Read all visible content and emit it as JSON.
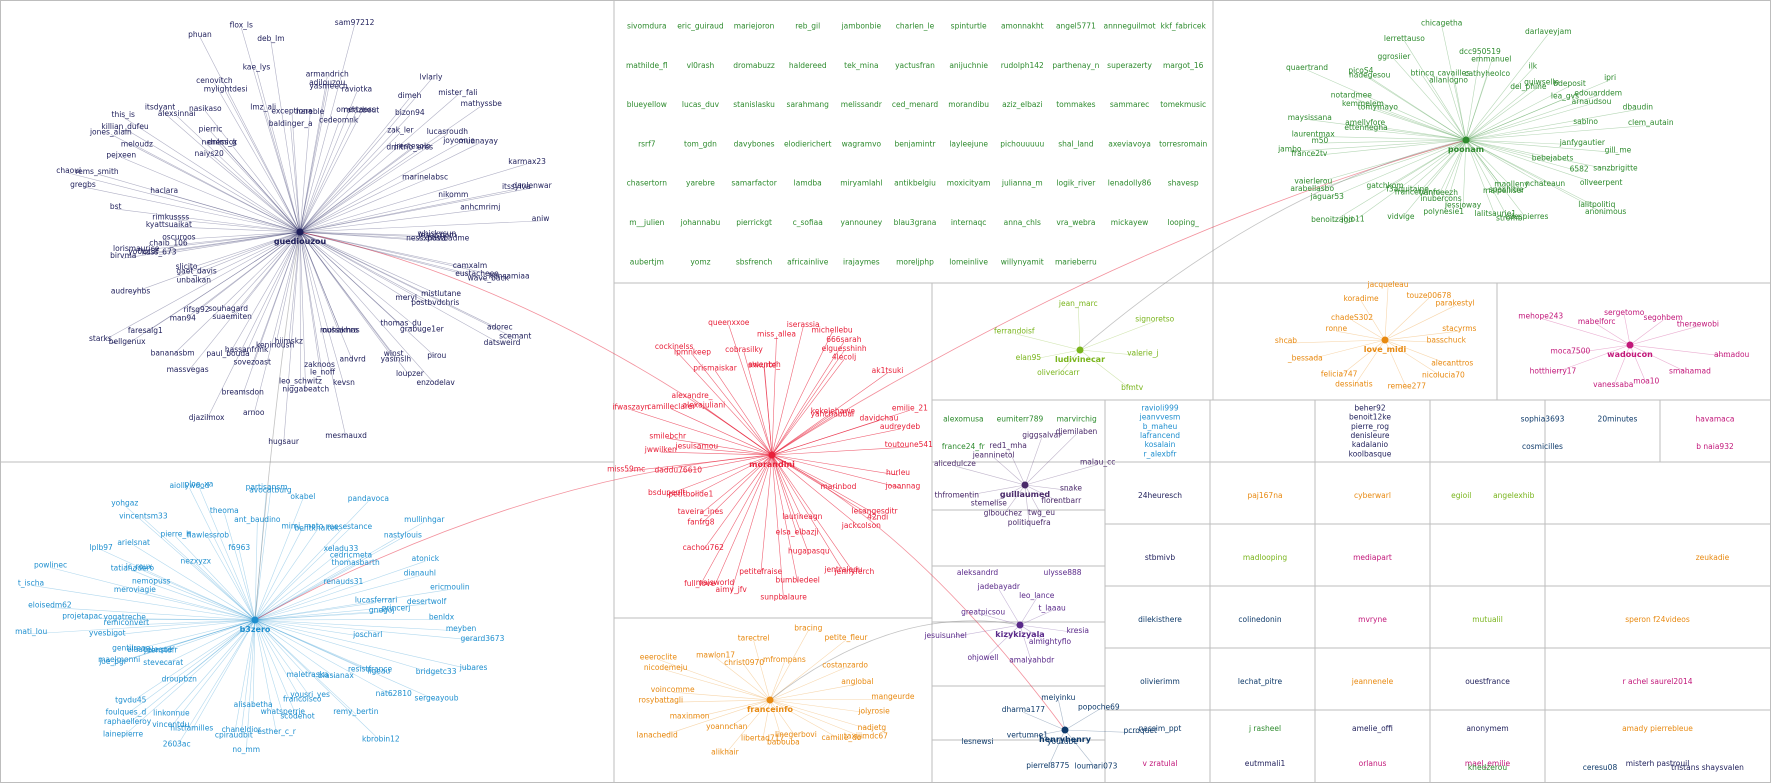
{
  "groups": [
    {
      "id": "g1",
      "color": "#1e1e5a",
      "hub": {
        "label": "guediouzou"
      },
      "nodes": [
        "jesuisham",
        "camxalm",
        "kimsamiaa",
        "eustacheee",
        "wave_back",
        "mistlutane",
        "scemant",
        "adorec",
        "datsweird",
        "meryl_",
        "postbvdchris",
        "grabuge1er",
        "pirou",
        "thomas_du",
        "loupzer",
        "enzodelav",
        "winst",
        "yasinslh",
        "mohakhra",
        "andvrd",
        "kevsn",
        "mesmauxd",
        "oussamas",
        "le_noff",
        "leo_schwitz",
        "zaknoos",
        "hugsaur",
        "niggabeatch",
        "arnoo",
        "hiimskz",
        "keninoush",
        "breamsdon",
        "sovezoast",
        "hassanfrink",
        "paul_bouda",
        "djazilmox",
        "suaemiten",
        "bananasbm",
        "massvegas",
        "souhagard",
        "man94",
        "faresalg1",
        "bellgenux",
        "rifsg92",
        "starks_",
        "gaet_davis",
        "audreyhbs",
        "unbalkan",
        "slicito",
        "birvma",
        "lorismaurice",
        "kass_673",
        "yo0uc3f",
        "oscuroos",
        "chaib_106",
        "bst",
        "kyattsuaikat",
        "rimkussss",
        "gregbs",
        "chaoui",
        "haclara",
        "rems_smith",
        "jones_alain",
        "killian_dufeu",
        "pejxeen",
        "this_is",
        "meloudz",
        "alexsinnai",
        "naiys20",
        "itsdyant",
        "neness_g",
        "pierric",
        "nasikaso",
        "dnlmick",
        "phuan",
        "cenovitch",
        "mylightdesi",
        "kae_lys",
        "deb_lm",
        "lmz_ali",
        "flox_ls",
        "baldinger_a",
        "exceptiona",
        "hareble",
        "armandrich",
        "yasmeech",
        "sam97212",
        "adilouzou",
        "cedeomnk",
        "omertaess",
        "raviotka",
        "rafazbeut",
        "lvlarly",
        "dimeh",
        "bizon94",
        "mister_fali",
        "zak_ler",
        "mathyssbe",
        "dmitrio_eres",
        "jrestesolo",
        "joyoonie",
        "lucasroudh",
        "muanayay",
        "karmax23",
        "marinelabsc",
        "danlenwar",
        "itssylva",
        "anhcmrimj",
        "nikomm",
        "aniw",
        "postbadme",
        "whiskysun",
        "nessxhava"
      ]
    },
    {
      "id": "g2",
      "color": "#1f8fcf",
      "hub": {
        "label": "b3zero"
      },
      "nodes": [
        "gerard3673",
        "meyben",
        "joscharl",
        "bridgetc33",
        "jubares",
        "ligeau",
        "sergeayoub",
        "nat62810",
        "resistfrance",
        "blasianax",
        "kbrobin12",
        "remy_bertin",
        "maletraska",
        "yousri_yes",
        "francoisco",
        "whatsperrie",
        "esther_c_r",
        "scodenot",
        "alisabetha",
        "cpiraudbit",
        "no_mm",
        "chaneldior",
        "2603ac",
        "histfamilles",
        "vincentdu",
        "linkonnue",
        "lainepierre",
        "raphaelleroy",
        "droupbzn",
        "foulques_d",
        "tgvdu45",
        "stevecarat",
        "joe_pgr",
        "jdenstdfr",
        "maelmonni",
        "elaaceleque",
        "gentilreac",
        "yvesbigot",
        "mati_lou",
        "remiconvert",
        "yogatreche",
        "projetapac",
        "eloisedm62",
        "powlinec",
        "t_ischa",
        "meroviagie",
        "nemopuss",
        "tatianadero",
        "jc_roux",
        "lplb97",
        "arielsnat",
        "nezxyzx",
        "yohgaz",
        "vincentsm33",
        "pierre_h",
        "ploe_xa",
        "flawlessrob",
        "aiollywood",
        "f6963",
        "theoma",
        "ant_baudino",
        "partisansm",
        "avocatburg",
        "mimi_mato",
        "okabel",
        "bentkhaltek",
        "mesestance",
        "xeladu33",
        "pandavoca",
        "mullinhgar",
        "nastylouis",
        "cedricmeta",
        "thomasbarth",
        "renauds31",
        "dianauhl",
        "atonick",
        "ericmoulin",
        "desertwolf",
        "lucasferrari",
        "princerj",
        "gnegoj",
        "benldx"
      ]
    },
    {
      "id": "g3",
      "color": "#e8213a",
      "hub": {
        "label": "morandini"
      },
      "nodes": [
        "hurleu",
        "joaannag",
        "marinbod",
        "42ndi",
        "lesangesditr",
        "jackcolson",
        "jennyferch",
        "jentraledu",
        "hugapasqu",
        "laurineagn",
        "elsa_elbazji",
        "bumbledeel",
        "sunpbalaure",
        "petitefraise",
        "aimy_jfv",
        "maisworld",
        "full_love",
        "cachou762",
        "taveira_ines",
        "fanfrg8",
        "petitbolide1",
        "bsdupeult",
        "daddu76610",
        "miss59mc",
        "jwwilken",
        "jesuisamou",
        "smilebchr",
        "ifwaszayn",
        "camilleclarer",
        "alexandre_",
        "alexajuliani",
        "cockinelss",
        "ipmnkeep",
        "prismaiskar",
        "queenxxoe",
        "cobrasilky",
        "awenbrh",
        "shkurte_",
        "miss_allea",
        "iserassia",
        "michellebu",
        "666sarah",
        "4lecolj",
        "elguesshinh",
        "ak1tsuki",
        "kekelehawe",
        "yahchabbal",
        "davidchau",
        "emilie_21",
        "audreydeb",
        "toutoune541"
      ]
    },
    {
      "id": "g4",
      "color": "#2e8b2e",
      "hub": {
        "label": "poonam"
      },
      "nodes": [
        "gill_me",
        "sanzbrigitte",
        "bebejabets",
        "6582",
        "oliveerpent",
        "lalitpolitiq",
        "nchateaun",
        "anonimous",
        "maolleny",
        "cdespierres",
        "maipelliser",
        "spachitre",
        "stromb",
        "lalitsaurie1",
        "jessjoway",
        "polynesie1",
        "vannieezh",
        "inubercons",
        "vidvige",
        "f3aquitaine",
        "francetvinfo",
        "jhjo11",
        "benoitzagd",
        "gatchkom",
        "jaguar53",
        "arabellasbo",
        "vaierlerou",
        "france2tv",
        "jambo",
        "laurentmax",
        "m50",
        "ettennegha",
        "maysissana",
        "amellyfore",
        "kemmelem",
        "notardmee",
        "tomymayo",
        "quaertrand",
        "picoS4",
        "nadegesou",
        "ggrosiier",
        "lerrettauso",
        "btincq",
        "chicagetha",
        "allanlogno",
        "cavailles",
        "cathyheolco",
        "dcc950519",
        "emmanuel",
        "darlaveyjam",
        "ilk",
        "del_phine",
        "guiwselle",
        "bdeposit",
        "lea_gvs",
        "ipri",
        "edouarddem",
        "arnaudsou",
        "dbaudin",
        "sablno",
        "clem_autain",
        "janfygautier"
      ]
    },
    {
      "id": "g5",
      "color": "#7ab51d",
      "hub": {
        "label": "ludivinecar"
      },
      "nodes": [
        "valerie_j",
        "bfmtv",
        "oliveriocarr",
        "elan95",
        "ferrandoisf",
        "jean_marc",
        "signoretso"
      ]
    },
    {
      "id": "g6",
      "color": "#e88a12",
      "hub": {
        "label": "love_midi"
      },
      "nodes": [
        "basschuck",
        "alecanttros",
        "nicolucia70",
        "remee277",
        "dessinatis",
        "felicia747",
        "_bessada",
        "shcab",
        "ronne",
        "chadeS302",
        "koradime",
        "jacqueleau",
        "touze00678",
        "parakestyl",
        "stacyrms"
      ]
    },
    {
      "id": "g7",
      "color": "#c2187a",
      "hub": {
        "label": "wadoucon"
      },
      "nodes": [
        "ahmadou",
        "smahamad",
        "moa10",
        "vanessaba",
        "hotthierry17",
        "moca7500",
        "mehope243",
        "mabelforc",
        "sergetomo",
        "segohbem",
        "theraewobi"
      ]
    },
    {
      "id": "g8",
      "color": "#e88a12",
      "hub": {
        "label": "franceinfo"
      },
      "nodes": [
        "jolyrosie",
        "nadjetg",
        "taxijimdc67",
        "camille_do",
        "linegerbovi",
        "babouba",
        "libertad717",
        "alikhair",
        "yoannchan",
        "lanachedid",
        "maxinmon",
        "rosybattagli",
        "voincomme",
        "nicodemeju",
        "eeeroclite",
        "mawlon17",
        "christ0970",
        "tarectrel",
        "mfrompans",
        "bracing",
        "petite_fleur",
        "costanzardo",
        "anglobal",
        "mangeurde"
      ]
    },
    {
      "id": "g9",
      "color": "#5a2a8a",
      "hub": {
        "label": "kizykizyala"
      },
      "nodes": [
        "kresia",
        "almightyflo",
        "amalyahbdr",
        "ohjowell",
        "jesuisunhel",
        "greatpicsou",
        "jadebayadr",
        "leo_lance",
        "t_laaau"
      ]
    },
    {
      "id": "g10",
      "color": "#4a2a6a",
      "hub": {
        "label": "guillaumed"
      },
      "nodes": [
        "snake",
        "florentbarr",
        "twg_eu",
        "politiquefra",
        "glbouchez",
        "stemelise",
        "thfromentin",
        "alicedulcze",
        "jeanninetol",
        "red1_mha",
        "giggsalvar",
        "djemilaben",
        "malau_cc"
      ]
    },
    {
      "id": "g11",
      "color": "#0e3a6a",
      "hub": {
        "label": "henryhenry"
      },
      "nodes": [
        "pcroquet",
        "loumari073",
        "pierrel8775",
        "vertumne1",
        "dharma177",
        "meiyinku",
        "popoche69"
      ]
    }
  ],
  "grid_cells": [
    {
      "id": "c1",
      "color": "#2e8b2e",
      "labels": [
        "sivomdura",
        "eric_guiraud",
        "mariejoron",
        "reb_gil",
        "jambonbie",
        "charlen_le",
        "spinturtle",
        "amonnakht",
        "angel5771",
        "annneguilmot",
        "kkf_fabricek",
        "mathilde_fl",
        "vl0rash",
        "dromabuzz",
        "haldereed",
        "tek_mina",
        "yactusfran",
        "anijuchnie",
        "rudolph142",
        "parthenay_n",
        "superazerty",
        "margot_16",
        "blueyellow",
        "lucas_duv",
        "stanislasku",
        "sarahmang",
        "melissandr",
        "ced_menard",
        "morandibu",
        "aziz_elbazi",
        "tommakes",
        "sammarec",
        "tomekmusic",
        "rsrf7",
        "tom_gdn",
        "davybones",
        "elodierichert",
        "wagramvo",
        "benjamintr",
        "layleejune",
        "pichouuuuu",
        "shal_land",
        "axeviavoya",
        "torresromain",
        "chasertorn",
        "yarebre",
        "samarfactor",
        "lamdba",
        "miryamlahl",
        "antikbelgiu",
        "moxicityam",
        "julianna_m",
        "logik_river",
        "lenadolly86",
        "shavesp",
        "m__julien",
        "johannabu",
        "pierrickgt",
        "c_sofiaa",
        "yannouney",
        "blau3grana",
        "internaqc",
        "anna_chls",
        "vra_webra",
        "mickayew",
        "looping_",
        "aubertjm",
        "yomz",
        "sbsfrench",
        "africainlive",
        "irajaymes",
        "moreljphp",
        "lomeinlive",
        "willynyamit",
        "marieberru"
      ]
    },
    {
      "id": "c2",
      "color": "#1f8fcf",
      "labels": [
        "ravioli999",
        "jeanvvesm",
        "b_maheu",
        "lafrancend",
        "kosalain",
        "r_alexbfr"
      ]
    },
    {
      "id": "c3",
      "color": "#1e1e5a",
      "labels": [
        "beher92",
        "benoit12ke",
        "pierre_rog",
        "denisleure",
        "kadalanio",
        "koolbasque"
      ]
    },
    {
      "id": "c4",
      "color": "#0e3a6a",
      "labels": [
        "sophia3693",
        "20minutes",
        "cosmicilles"
      ]
    },
    {
      "id": "c5",
      "color": "#c2187a",
      "labels": [
        "havamaca",
        "b naia932"
      ]
    },
    {
      "id": "c6",
      "color": "#2e8b2e",
      "labels": [
        "alexomusa",
        "eumiterr789",
        "marvirchig",
        "france24_fr"
      ]
    },
    {
      "id": "c7",
      "color": "#1e1e5a",
      "labels": [
        "24heuresch"
      ]
    },
    {
      "id": "c8",
      "color": "#e88a12",
      "labels": [
        "paj167na"
      ]
    },
    {
      "id": "c9",
      "color": "#e88a12",
      "labels": [
        "cyberwarl"
      ]
    },
    {
      "id": "c10",
      "color": "#7ab51d",
      "labels": [
        "egioil",
        "angelexhib"
      ]
    },
    {
      "id": "c11",
      "color": "#1e1e5a",
      "labels": [
        "stbmivb"
      ]
    },
    {
      "id": "c12",
      "color": "#7ab51d",
      "labels": [
        "madlooping"
      ]
    },
    {
      "id": "c13",
      "color": "#c2187a",
      "labels": [
        "mediapart"
      ]
    },
    {
      "id": "c14",
      "color": "#e88a12",
      "labels": [
        "zeukadie"
      ]
    },
    {
      "id": "c15",
      "color": "#5a2a8a",
      "labels": [
        "aleksandrd",
        "ulysse888"
      ]
    },
    {
      "id": "c16",
      "color": "#0e3a6a",
      "labels": [
        "lesnewsi",
        "youtube"
      ]
    },
    {
      "id": "c17",
      "color": "#0e3a6a",
      "labels": [
        "dilekisthere",
        "colinedonin"
      ]
    },
    {
      "id": "c18",
      "color": "#c2187a",
      "labels": [
        "mvryne"
      ]
    },
    {
      "id": "c19",
      "color": "#7ab51d",
      "labels": [
        "mutualil"
      ]
    },
    {
      "id": "c20",
      "color": "#e88a12",
      "labels": [
        "speron f24videos"
      ]
    },
    {
      "id": "c21",
      "color": "#0e3a6a",
      "labels": [
        "olivierimm",
        "lechat_pitre"
      ]
    },
    {
      "id": "c22",
      "color": "#e88a12",
      "labels": [
        "jeannenele"
      ]
    },
    {
      "id": "c23",
      "color": "#1e1e5a",
      "labels": [
        "ouestfrance"
      ]
    },
    {
      "id": "c24",
      "color": "#c2187a",
      "labels": [
        "r achel saurel2014"
      ]
    },
    {
      "id": "c25",
      "color": "#0e3a6a",
      "labels": [
        "nassim_ppt"
      ]
    },
    {
      "id": "c26",
      "color": "#2e8b2e",
      "labels": [
        "j rasheel"
      ]
    },
    {
      "id": "c27",
      "color": "#1e1e5a",
      "labels": [
        "amelie_offi"
      ]
    },
    {
      "id": "c28",
      "color": "#1e1e5a",
      "labels": [
        "anonymem"
      ]
    },
    {
      "id": "c29",
      "color": "#e88a12",
      "labels": [
        "amady pierrebleue"
      ]
    },
    {
      "id": "c30",
      "color": "#c2187a",
      "labels": [
        "v zratulal"
      ]
    },
    {
      "id": "c31",
      "color": "#1e1e5a",
      "labels": [
        "eutmmali1"
      ]
    },
    {
      "id": "c32",
      "color": "#c2187a",
      "labels": [
        "orlanus"
      ]
    },
    {
      "id": "c33",
      "color": "#c2187a",
      "labels": [
        "mael_emilie"
      ]
    },
    {
      "id": "c34",
      "color": "#1e1e5a",
      "labels": [
        "misterh pastrouil"
      ]
    },
    {
      "id": "c35",
      "color": "#2e8b2e",
      "labels": [
        "khedzerou"
      ]
    },
    {
      "id": "c36",
      "color": "#0e3a6a",
      "labels": [
        "ceresu08"
      ]
    },
    {
      "id": "c37",
      "color": "#1e1e5a",
      "labels": [
        "tristans shaysvalen"
      ]
    }
  ]
}
